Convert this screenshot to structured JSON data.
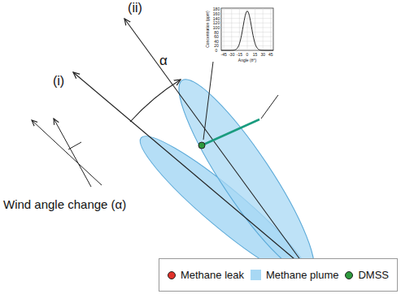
{
  "diagram": {
    "labels": [
      "(i)",
      "(ii)",
      "α",
      "Concentration (ppm)",
      "180",
      "160",
      "140",
      "120",
      "100",
      "80",
      "60",
      "40",
      "20",
      "0",
      "-45",
      "-30",
      "-15",
      "0",
      "15",
      "30",
      "45",
      "Angle (θ°)",
      "Wind angle change (α)"
    ],
    "legend": [
      {
        "text": "Methane leak",
        "color": "#e0312a"
      },
      {
        "text": "Methane plume",
        "color": "#a8d8f4"
      },
      {
        "text": "DMSS",
        "color": "#2e9a3e"
      }
    ]
  }
}
